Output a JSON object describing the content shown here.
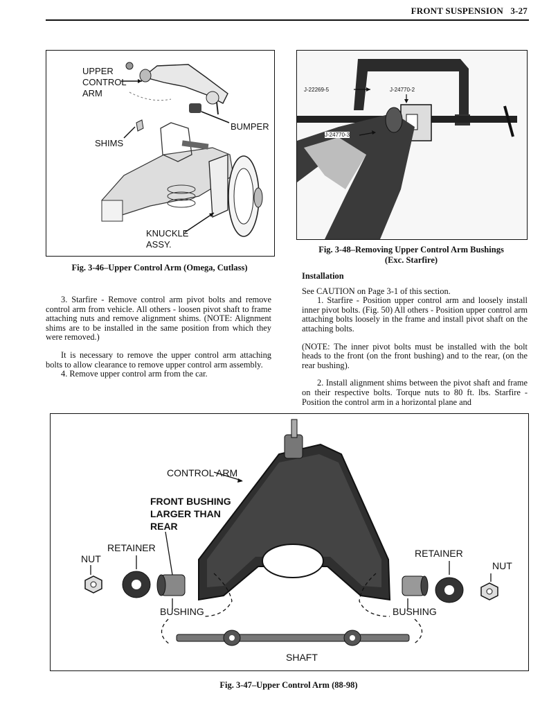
{
  "header": {
    "title": "FRONT SUSPENSION",
    "page": "3-27"
  },
  "fig46": {
    "caption": "Fig. 3-46–Upper Control Arm (Omega, Cutlass)",
    "labels": {
      "upper": "UPPER",
      "control": "CONTROL",
      "arm": "ARM",
      "bumper": "BUMPER",
      "shims": "SHIMS",
      "knuckle": "KNUCKLE",
      "assy": "ASSY."
    }
  },
  "fig48": {
    "caption_line1": "Fig. 3-48–Removing Upper Control Arm Bushings",
    "caption_line2": "(Exc. Starfire)",
    "tool_labels": {
      "t1": "J-22269-5",
      "t2": "J-24770-2",
      "t3": "J-24770-3"
    }
  },
  "left_text": {
    "p3": "3. Starfire - Remove control arm pivot bolts and remove control arm from vehicle. All others - loosen pivot shaft to frame attaching nuts and remove alignment shims. (NOTE: Alignment shims are to be installed in the same position from which they were removed.)",
    "p_note": "It is necessary to remove the upper control arm attaching bolts to allow clearance to remove upper control arm assembly.",
    "p4": "4. Remove upper control arm from the car."
  },
  "right_text": {
    "heading": "Installation",
    "caution": "See CAUTION on Page 3-1 of this section.",
    "p1": "1. Starfire - Position upper control arm and loosely install inner pivot bolts. (Fig. 50) All others - Position upper control arm attaching bolts loosely in the frame and install pivot shaft on the attaching bolts.",
    "note": "(NOTE: The inner pivot bolts must be installed with the bolt heads to the front (on the front bushing) and to the rear, (on the rear bushing).",
    "p2": "2. Install alignment shims between the pivot shaft and frame on their respective bolts. Torque nuts to 80 ft. lbs. Starfire - Position the control arm in a horizontal plane and"
  },
  "fig47": {
    "caption": "Fig. 3-47–Upper Control Arm (88-98)",
    "labels": {
      "control_arm": "CONTROL ARM",
      "front_bushing_1": "FRONT BUSHING",
      "front_bushing_2": "LARGER THAN",
      "front_bushing_3": "REAR",
      "retainer_left": "RETAINER",
      "retainer_right": "RETAINER",
      "nut_left": "NUT",
      "nut_right": "NUT",
      "bushing_left": "BUSHING",
      "bushing_right": "BUSHING",
      "shaft": "SHAFT"
    }
  }
}
